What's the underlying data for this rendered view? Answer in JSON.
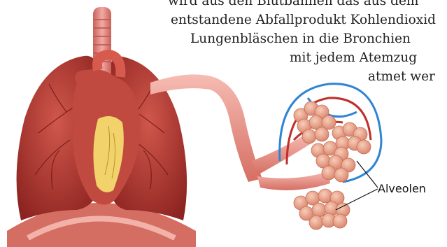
{
  "text": {
    "line1": "wird aus den Blutbahnen das aus dem",
    "line2": "entstandene Abfallprodukt Kohlendioxid",
    "line3": "Lungenbläschen in die Bronchien",
    "line4": "mit jedem Atemzug",
    "line5": "atmet wer"
  },
  "figure": {
    "label": "Alveolen",
    "colors": {
      "lung": "#b8382f",
      "lung_dark": "#8c2320",
      "heart": "#c04a3f",
      "heart_fat": "#f2d36b",
      "trachea": "#e38c86",
      "bronchus": "#f0a39a",
      "capillary_blue": "#2f84d4",
      "capillary_red": "#c0302a",
      "alveolus": "#e89e84"
    }
  }
}
